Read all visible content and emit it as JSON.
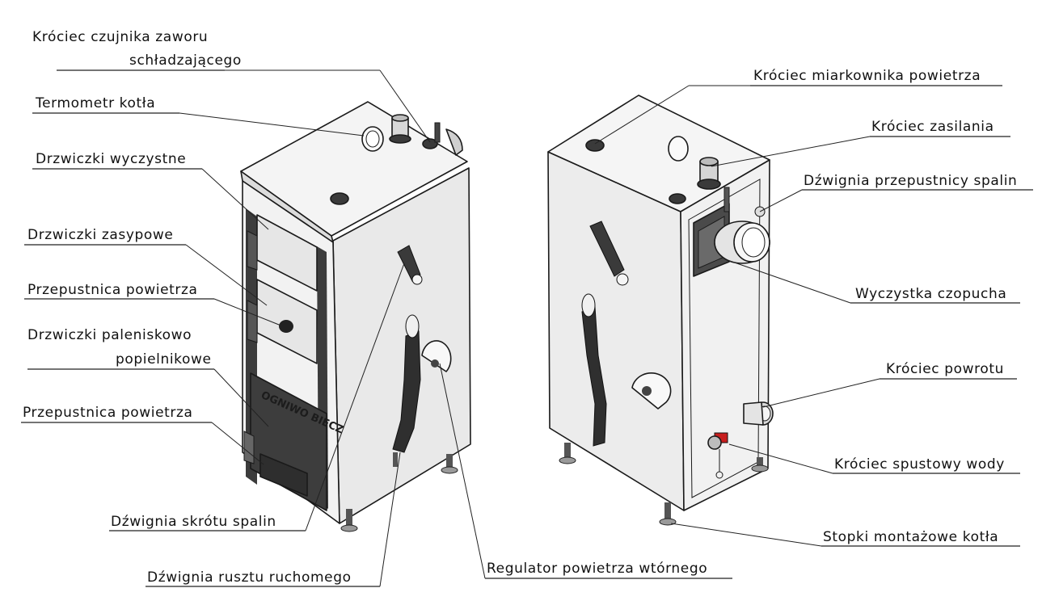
{
  "labels": {
    "l1a": "Króciec czujnika zaworu",
    "l1b": "schładzającego",
    "l2": "Termometr kotła",
    "l3": "Drzwiczki wyczystne",
    "l4": "Drzwiczki zasypowe",
    "l5": "Przepustnica powietrza",
    "l6a": "Drzwiczki paleniskowo",
    "l6b": "popielnikowe",
    "l7": "Przepustnica powietrza",
    "l8": "Dźwignia skrótu spalin",
    "l9": "Dźwignia rusztu ruchomego",
    "l10": "Regulator powietrza wtórnego",
    "r1": "Króciec miarkownika powietrza",
    "r2": "Króciec zasilania",
    "r3": "Dźwignia przepustnicy spalin",
    "r4": "Wyczystka czopucha",
    "r5": "Króciec powrotu",
    "r6": "Króciec spustowy wody",
    "r7": "Stopki montażowe kotła"
  },
  "brand": "OGNIWO BIECZ",
  "colors": {
    "panel": "#ececec",
    "panelLight": "#f6f6f6",
    "dark": "#3a3a3a",
    "valveRed": "#c81e1e"
  }
}
